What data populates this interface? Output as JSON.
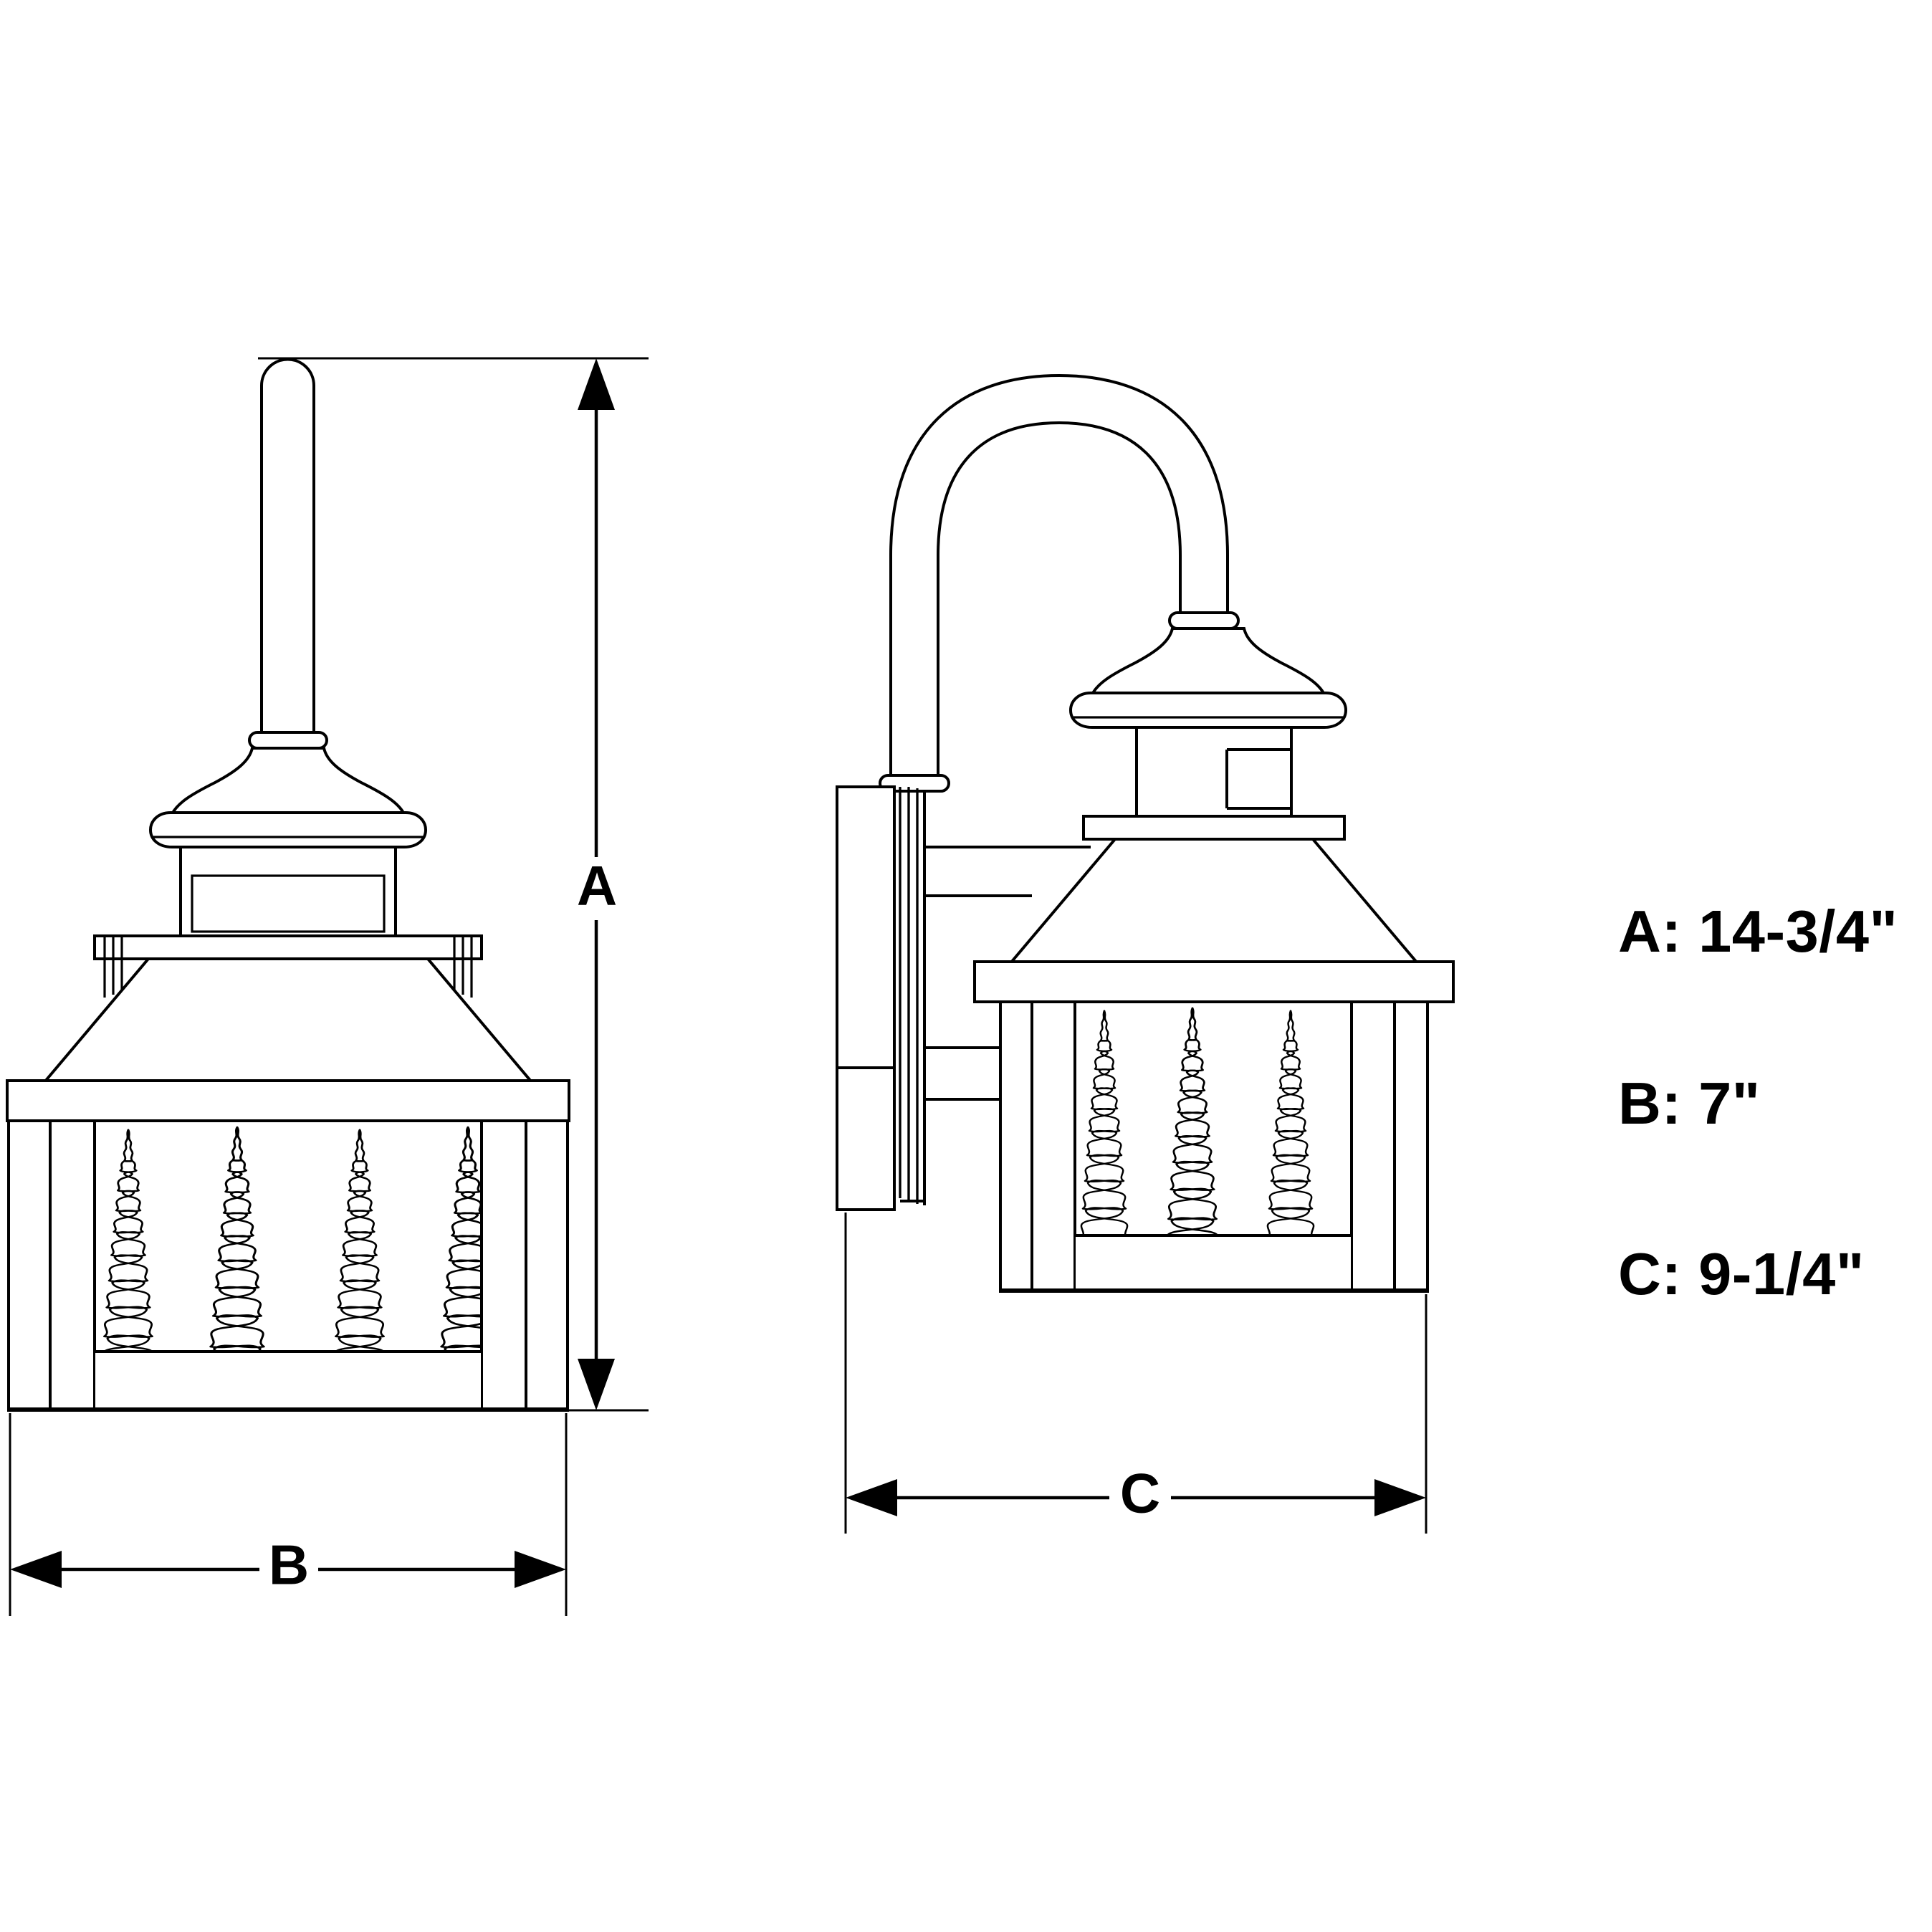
{
  "drawing": {
    "type": "dimensioned-product-spec",
    "subject": "outdoor wall lantern with pine tree cutout panels",
    "background_color": "#ffffff",
    "line_color": "#000000",
    "views": [
      {
        "name": "front-elevation",
        "position": "left",
        "dimensions_shown": [
          "A",
          "B"
        ]
      },
      {
        "name": "side-elevation",
        "position": "right",
        "dimensions_shown": [
          "C"
        ]
      }
    ]
  },
  "dimension_markers": {
    "a_label": "A",
    "b_label": "B",
    "c_label": "C"
  },
  "legend": {
    "a_line": "A: 14-3/4\"",
    "b_line": "B: 7\"",
    "c_line": "C: 9-1/4\""
  },
  "chart_data": {
    "type": "table",
    "title": "",
    "categories": [
      "A",
      "B",
      "C"
    ],
    "values": [
      14.75,
      7,
      9.25
    ],
    "value_labels": [
      "14-3/4\"",
      "7\"",
      "9-1/4\""
    ],
    "unit": "inches",
    "meaning": [
      "A: overall height of fixture",
      "B: overall width of fixture front",
      "C: overall depth / projection from wall"
    ]
  }
}
